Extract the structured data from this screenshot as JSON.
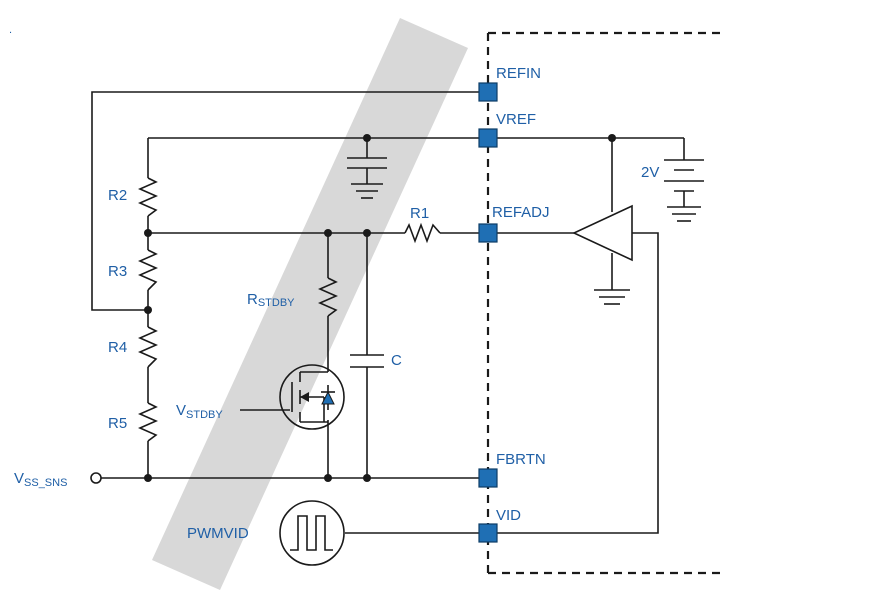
{
  "pins": {
    "refin": "REFIN",
    "vref": "VREF",
    "refadj": "REFADJ",
    "fbrtn": "FBRTN",
    "vid": "VID"
  },
  "components": {
    "r1": "R1",
    "r2": "R2",
    "r3": "R3",
    "r4": "R4",
    "r5": "R5",
    "rstdby_main": "R",
    "rstdby_sub": "STDBY",
    "cap": "C",
    "vstdby_main": "V",
    "vstdby_sub": "STDBY",
    "battery": "2V",
    "vss_main": "V",
    "vss_sub": "SS_SNS",
    "pwmvid": "PWMVID"
  },
  "colors": {
    "label": "#1f5fa6",
    "pin_fill": "#1f6fb4",
    "wire": "#1a1a1a",
    "watermark": "#d8d8d8"
  },
  "corner_mark": "."
}
